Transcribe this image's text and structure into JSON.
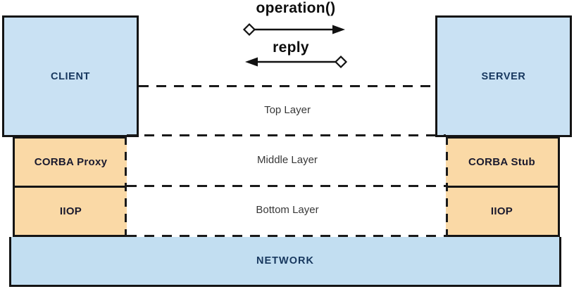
{
  "messages": {
    "operation": "operation()",
    "reply": "reply"
  },
  "client_stack": {
    "client": "CLIENT",
    "corba_proxy": "CORBA Proxy",
    "iiop": "IIOP"
  },
  "server_stack": {
    "server": "SERVER",
    "corba_stub": "CORBA Stub",
    "iiop": "IIOP"
  },
  "layers": [
    {
      "label": "Top Layer"
    },
    {
      "label": "Middle Layer"
    },
    {
      "label": "Bottom Layer"
    }
  ],
  "network": {
    "label": "NETWORK"
  },
  "colors": {
    "node_blue": "#C9E1F3",
    "network_blue": "#C2DEF1",
    "node_orange": "#FAD9A6",
    "border": "#141414",
    "node_label": "#17375E",
    "layer_label": "#383838"
  }
}
